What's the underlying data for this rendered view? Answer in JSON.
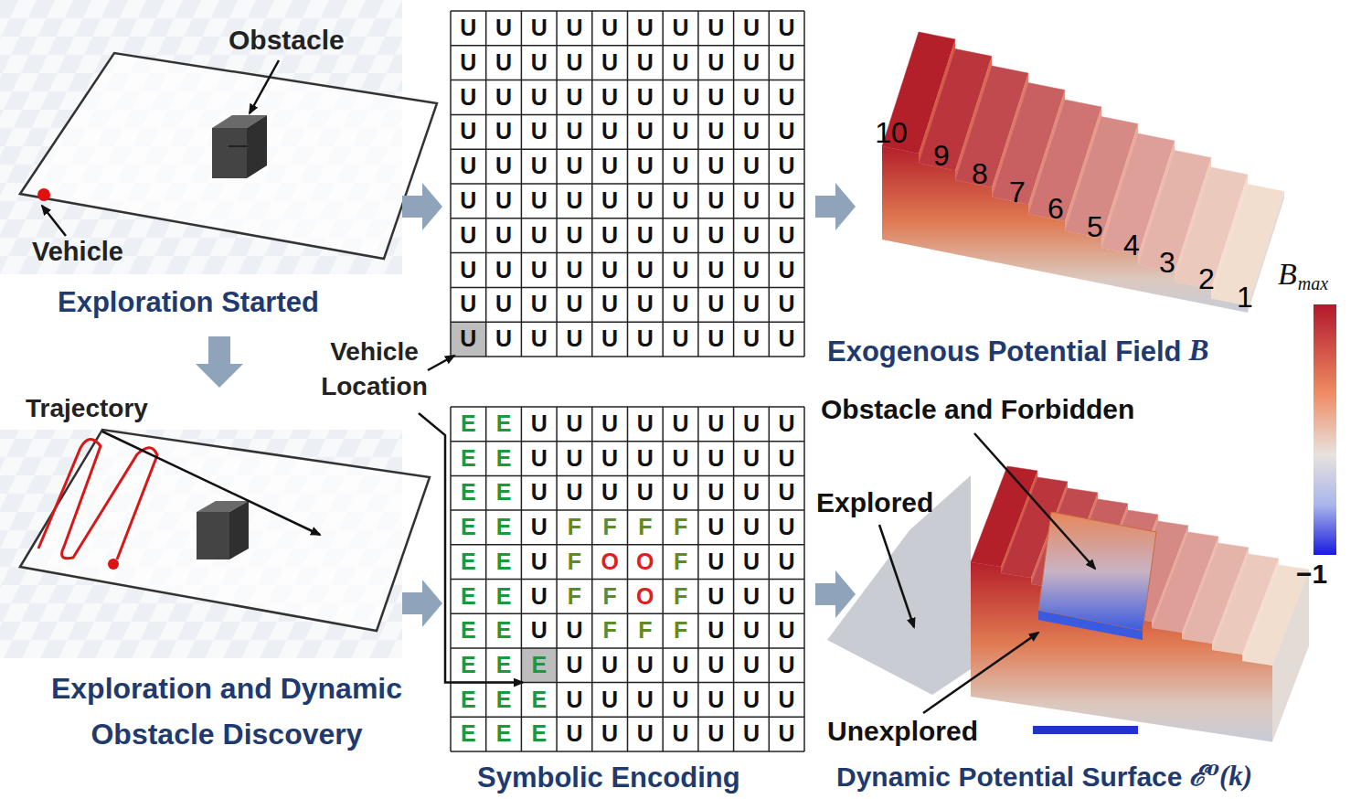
{
  "diagram": {
    "labels": [
      "Obstacle",
      "Vehicle",
      "Exploration Started",
      "Trajectory",
      "Exploration and Dynamic Obstacle Discovery",
      "Vehicle Location",
      "U",
      "U",
      "U",
      "U",
      "U",
      "U",
      "U",
      "U",
      "U",
      "U",
      "U",
      "U",
      "U",
      "U",
      "U",
      "U",
      "U",
      "U",
      "U",
      "U",
      "U",
      "U",
      "U",
      "U",
      "U",
      "U",
      "U",
      "U",
      "U",
      "U",
      "U",
      "U",
      "U",
      "U",
      "U",
      "U",
      "U",
      "U",
      "U",
      "U",
      "U",
      "U",
      "U",
      "U",
      "U",
      "U",
      "U",
      "U",
      "U",
      "U",
      "U",
      "U",
      "U",
      "U",
      "U",
      "U",
      "U",
      "U",
      "U",
      "U",
      "U",
      "U",
      "U",
      "U",
      "U",
      "U",
      "U",
      "U",
      "U",
      "U",
      "U",
      "U",
      "U",
      "U",
      "U",
      "U",
      "U",
      "U",
      "U",
      "U",
      "U",
      "U",
      "U",
      "U",
      "U",
      "U",
      "U",
      "U",
      "U",
      "U",
      "U",
      "U",
      "U",
      "U",
      "U",
      "U",
      "U",
      "U",
      "U",
      "U",
      "E",
      "E",
      "U",
      "U",
      "U",
      "U",
      "U",
      "U",
      "U",
      "U",
      "E",
      "E",
      "U",
      "U",
      "U",
      "U",
      "U",
      "U",
      "U",
      "U",
      "E",
      "E",
      "U",
      "U",
      "U",
      "U",
      "U",
      "U",
      "U",
      "U",
      "E",
      "E",
      "U",
      "F",
      "F",
      "F",
      "F",
      "U",
      "U",
      "U",
      "E",
      "E",
      "U",
      "F",
      "O",
      "O",
      "F",
      "U",
      "U",
      "U",
      "E",
      "E",
      "U",
      "F",
      "F",
      "O",
      "F",
      "U",
      "U",
      "U",
      "E",
      "E",
      "U",
      "U",
      "F",
      "F",
      "F",
      "U",
      "U",
      "U",
      "E",
      "E",
      "E",
      "U",
      "U",
      "U",
      "U",
      "U",
      "U",
      "U",
      "E",
      "E",
      "E",
      "U",
      "U",
      "U",
      "U",
      "U",
      "U",
      "U",
      "E",
      "E",
      "E",
      "U",
      "U",
      "U",
      "U",
      "U",
      "U",
      "U",
      "Symbolic Encoding",
      "10",
      "9",
      "8",
      "7",
      "6",
      "5",
      "4",
      "3",
      "2",
      "1",
      "Exogenous Potential Field",
      "B",
      "B",
      "max",
      "Obstacle and Forbidden",
      "Explored",
      "Unexplored",
      "Dynamic Potential Surface",
      "ℰ⁰(k)",
      "−1"
    ]
  }
}
